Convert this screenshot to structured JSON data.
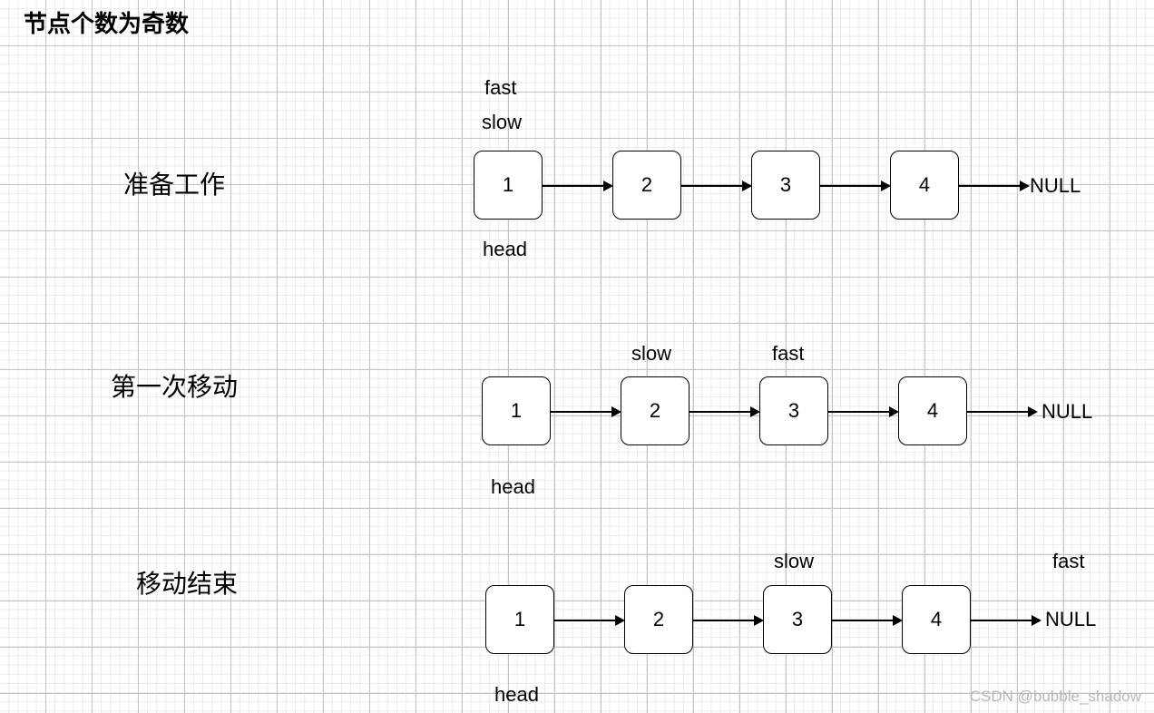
{
  "title": "节点个数为奇数",
  "watermark": "CSDN @bubble_shadow",
  "rows": [
    {
      "label": "准备工作",
      "nodes": [
        "1",
        "2",
        "3",
        "4"
      ],
      "null_label": "NULL",
      "pointers": {
        "fast": "fast",
        "slow": "slow",
        "head": "head"
      }
    },
    {
      "label": "第一次移动",
      "nodes": [
        "1",
        "2",
        "3",
        "4"
      ],
      "null_label": "NULL",
      "pointers": {
        "slow": "slow",
        "fast": "fast",
        "head": "head"
      }
    },
    {
      "label": "移动结束",
      "nodes": [
        "1",
        "2",
        "3",
        "4"
      ],
      "null_label": "NULL",
      "pointers": {
        "slow": "slow",
        "fast": "fast",
        "head": "head"
      }
    }
  ]
}
